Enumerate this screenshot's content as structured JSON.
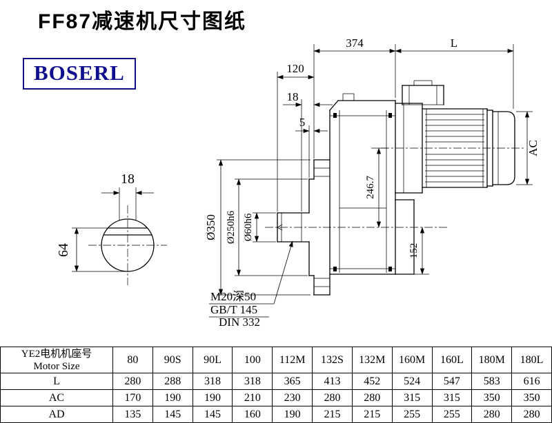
{
  "page": {
    "title": "FF87减速机尺寸图纸",
    "logo": "BOSERL"
  },
  "colors": {
    "brand": "#10108e",
    "ink": "#000000"
  },
  "drawing": {
    "dims": {
      "top_width": "374",
      "motor_length": "L",
      "shaft_assembly": "120",
      "shoulder": "18",
      "spigot_offset": "5",
      "motor_height": "AC",
      "center_height": "246.7",
      "foot_height": "152",
      "flange_dia": "Ø350",
      "spigot_dia": "Ø250h6",
      "shaft_dia": "Ø60h6",
      "key_width": "18",
      "shaft_dim": "64"
    },
    "notes": [
      "M20深50",
      "GB/T 145",
      "DIN 332"
    ]
  },
  "table": {
    "header": {
      "line1": "YE2电机机座号",
      "line2": "Motor Size"
    },
    "columns": [
      "80",
      "90S",
      "90L",
      "100",
      "112M",
      "132S",
      "132M",
      "160M",
      "160L",
      "180M",
      "180L"
    ],
    "rows": [
      {
        "label": "L",
        "values": [
          "280",
          "288",
          "318",
          "318",
          "365",
          "413",
          "452",
          "524",
          "547",
          "583",
          "616"
        ]
      },
      {
        "label": "AC",
        "values": [
          "170",
          "190",
          "190",
          "210",
          "230",
          "280",
          "280",
          "315",
          "315",
          "350",
          "350"
        ]
      },
      {
        "label": "AD",
        "values": [
          "135",
          "145",
          "145",
          "160",
          "190",
          "215",
          "215",
          "255",
          "255",
          "280",
          "280"
        ]
      }
    ]
  }
}
